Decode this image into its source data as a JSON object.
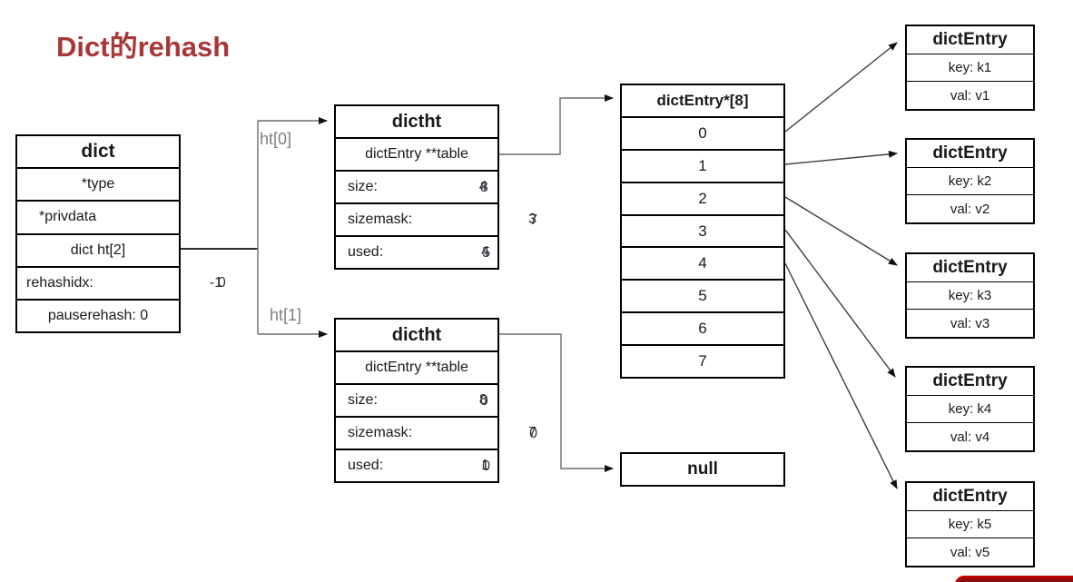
{
  "title": "Dict的rehash",
  "colors": {
    "title_red": "#A83838",
    "pointer_label_gray": "#7F7F7F",
    "connector_gray": "#6B6B6B",
    "red_shape_fill": "#8B0E0E",
    "red_shape_border": "#C00000"
  },
  "dict_table": {
    "header": "dict",
    "rows": [
      "*type",
      "*privdata",
      "dict ht[2]"
    ],
    "rehashidx": {
      "label": "rehashidx:",
      "value_old": "-1",
      "value_new": "0"
    },
    "pauserehash": "pauserehash: 0"
  },
  "pointer_labels": {
    "ht0": "ht[0]",
    "ht1": "ht[1]"
  },
  "dictht_tables": [
    {
      "header": "dictht",
      "table_row": "dictEntry **table",
      "size": {
        "label": "size:",
        "value_old": "4",
        "value_new": "8"
      },
      "sizemask": {
        "label": "sizemask:",
        "value_old": "3",
        "value_new": "7"
      },
      "used": {
        "label": "used:",
        "value_old": "5",
        "value_new": "4"
      }
    },
    {
      "header": "dictht",
      "table_row": "dictEntry **table",
      "size": {
        "label": "size:",
        "value_old": "8",
        "value_new": "0"
      },
      "sizemask": {
        "label": "sizemask:",
        "value_old": "7",
        "value_new": "0"
      },
      "used": {
        "label": "used:",
        "value_old": "1",
        "value_new": "0"
      }
    }
  ],
  "bucket_table": {
    "header": "dictEntry*[8]",
    "rows": [
      "0",
      "1",
      "2",
      "3",
      "4",
      "5",
      "6",
      "7"
    ]
  },
  "null_box": {
    "label": "null"
  },
  "entries": [
    {
      "header": "dictEntry",
      "key": "key: k1",
      "val": "val: v1"
    },
    {
      "header": "dictEntry",
      "key": "key: k2",
      "val": "val: v2"
    },
    {
      "header": "dictEntry",
      "key": "key: k3",
      "val": "val: v3"
    },
    {
      "header": "dictEntry",
      "key": "key: k4",
      "val": "val: v4"
    },
    {
      "header": "dictEntry",
      "key": "key: k5",
      "val": "val: v5"
    }
  ]
}
